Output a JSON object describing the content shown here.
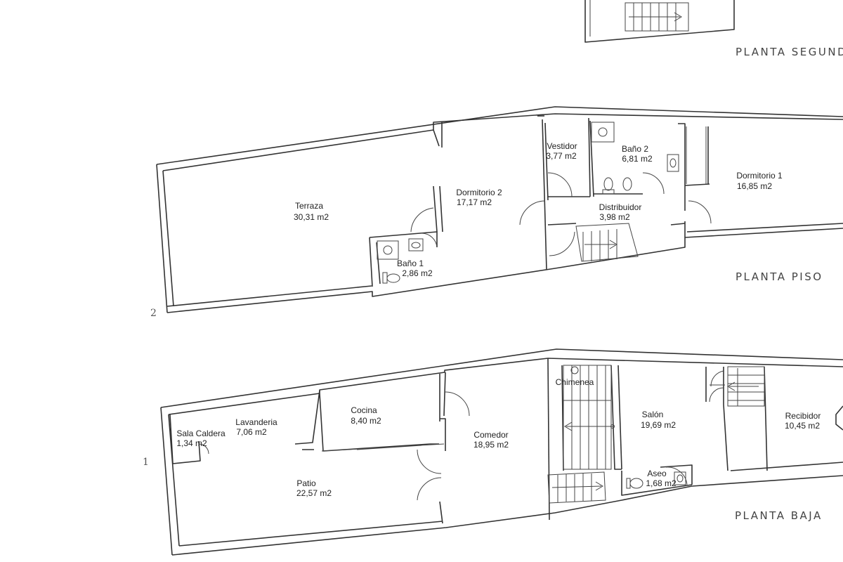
{
  "plans": {
    "segunda": {
      "title": "PLANTA SEGUND"
    },
    "piso": {
      "title": "PLANTA PISO",
      "marker": "2",
      "rooms": {
        "terraza": {
          "name": "Terraza",
          "area": "30,31 m2"
        },
        "dormitorio2": {
          "name": "Dormitorio 2",
          "area": "17,17 m2"
        },
        "bano1": {
          "name": "Baño 1",
          "area": "2,86 m2"
        },
        "vestidor": {
          "name": "Vestidor",
          "area": "3,77 m2"
        },
        "bano2": {
          "name": "Baño 2",
          "area": "6,81 m2"
        },
        "distribuidor": {
          "name": "Distribuidor",
          "area": "3,98 m2"
        },
        "dormitorio1": {
          "name": "Dormitorio 1",
          "area": "16,85 m2"
        }
      }
    },
    "baja": {
      "title": "PLANTA BAJA",
      "marker": "1",
      "rooms": {
        "sala_caldera": {
          "name": "Sala Caldera",
          "area": "1,34 m2"
        },
        "lavanderia": {
          "name": "Lavanderia",
          "area": "7,06 m2"
        },
        "cocina": {
          "name": "Cocina",
          "area": "8,40 m2"
        },
        "comedor": {
          "name": "Comedor",
          "area": "18,95 m2"
        },
        "patio": {
          "name": "Patio",
          "area": "22,57 m2"
        },
        "chimenea": {
          "name": "Chimenea"
        },
        "salon": {
          "name": "Salón",
          "area": "19,69 m2"
        },
        "aseo": {
          "name": "Aseo",
          "area": "1,68 m2"
        },
        "recibidor": {
          "name": "Recibidor",
          "area": "10,45 m2"
        }
      }
    }
  }
}
